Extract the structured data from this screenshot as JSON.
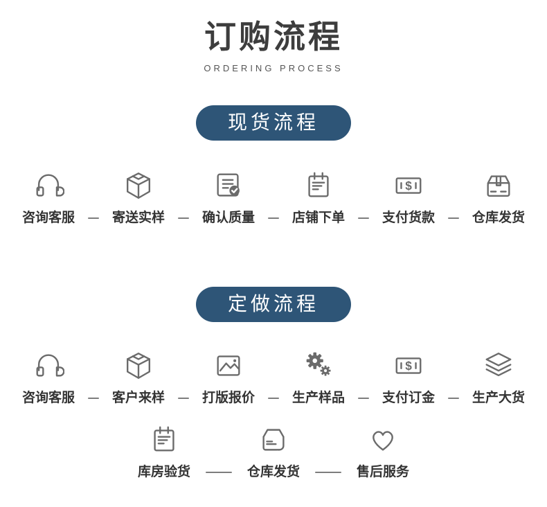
{
  "header": {
    "title": "订购流程",
    "subtitle": "ORDERING PROCESS"
  },
  "colors": {
    "badge_bg": "#2e5577",
    "badge_text": "#ffffff",
    "icon_color": "#6b6b6b",
    "label_color": "#333333",
    "connector_color": "#7d7d7d",
    "title_color": "#3d3d3d"
  },
  "sections": [
    {
      "badge_label": "现货流程",
      "rows": [
        [
          {
            "icon": "headset-icon",
            "label": "咨询客服"
          },
          {
            "icon": "parcel-cube-icon",
            "label": "寄送实样"
          },
          {
            "icon": "document-check-icon",
            "label": "确认质量"
          },
          {
            "icon": "clipboard-icon",
            "label": "店铺下单"
          },
          {
            "icon": "banknote-icon",
            "label": "支付货款"
          },
          {
            "icon": "package-icon",
            "label": "仓库发货"
          }
        ]
      ]
    },
    {
      "badge_label": "定做流程",
      "rows": [
        [
          {
            "icon": "headset-icon",
            "label": "咨询客服"
          },
          {
            "icon": "parcel-cube-icon",
            "label": "客户来样"
          },
          {
            "icon": "image-icon",
            "label": "打版报价"
          },
          {
            "icon": "gears-icon",
            "label": "生产样品"
          },
          {
            "icon": "banknote-icon",
            "label": "支付订金"
          },
          {
            "icon": "layers-icon",
            "label": "生产大货"
          }
        ],
        [
          {
            "icon": "clipboard-icon",
            "label": "库房验货"
          },
          {
            "icon": "carton-icon",
            "label": "仓库发货"
          },
          {
            "icon": "heart-icon",
            "label": "售后服务"
          }
        ]
      ]
    }
  ]
}
